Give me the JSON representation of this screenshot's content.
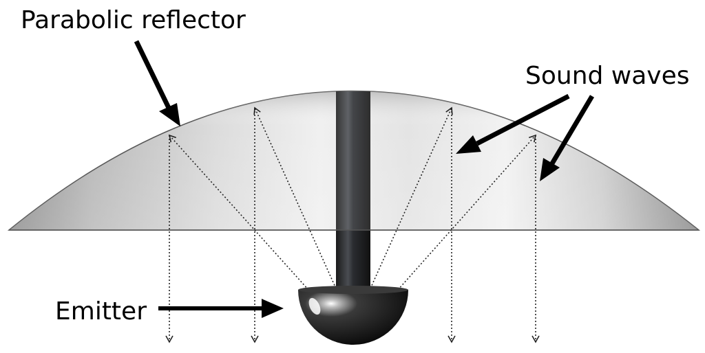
{
  "labels": {
    "reflector": "Parabolic reflector",
    "waves": "Sound waves",
    "emitter": "Emitter"
  },
  "colors": {
    "ray": "#222222",
    "arrow": "#000000",
    "outline": "#555555"
  }
}
